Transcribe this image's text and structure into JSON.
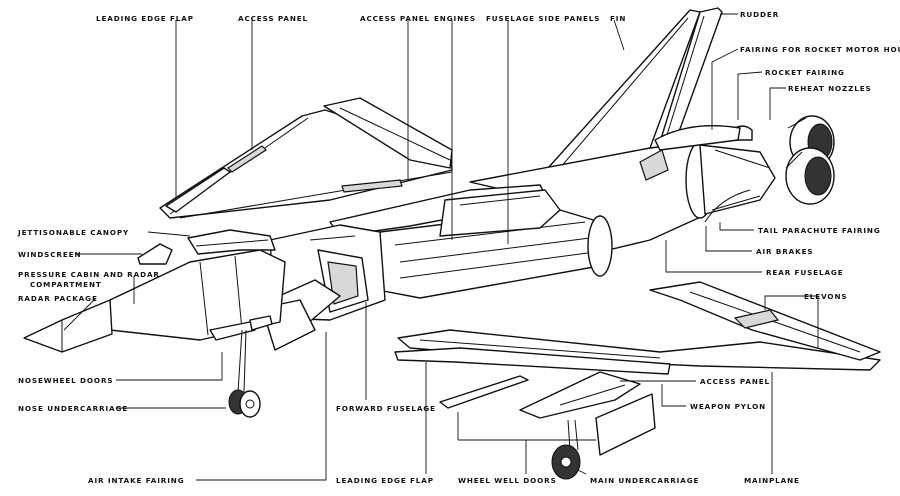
{
  "labels": {
    "leading_edge_flap_top": "LEADING EDGE FLAP",
    "access_panel_top_left": "ACCESS PANEL",
    "access_panel_top_mid": "ACCESS PANEL",
    "engines": "ENGINES",
    "fuselage_side_panels": "FUSELAGE SIDE PANELS",
    "fin": "FIN",
    "rudder": "RUDDER",
    "fairing_rocket_motor": "FAIRING FOR ROCKET MOTOR HOUSING",
    "rocket_fairing": "ROCKET FAIRING",
    "reheat_nozzles": "REHEAT NOZZLES",
    "jettisonable_canopy": "JETTISONABLE CANOPY",
    "windscreen": "WINDSCREEN",
    "pressure_cabin_line1": "PRESSURE CABIN AND RADAR",
    "pressure_cabin_line2": "COMPARTMENT",
    "radar_package": "RADAR PACKAGE",
    "tail_parachute_fairing": "TAIL PARACHUTE FAIRING",
    "air_brakes": "AIR BRAKES",
    "rear_fuselage": "REAR FUSELAGE",
    "elevons": "ELEVONS",
    "nosewheel_doors": "NOSEWHEEL DOORS",
    "nose_undercarriage": "NOSE UNDERCARRIAGE",
    "forward_fuselage": "FORWARD FUSELAGE",
    "access_panel_bottom": "ACCESS PANEL",
    "weapon_pylon": "WEAPON PYLON",
    "air_intake_fairing": "AIR INTAKE FAIRING",
    "leading_edge_flap_bottom": "LEADING EDGE FLAP",
    "wheel_well_doors": "WHEEL WELL DOORS",
    "main_undercarriage": "MAIN UNDERCARRIAGE",
    "mainplane": "MAINPLANE"
  }
}
